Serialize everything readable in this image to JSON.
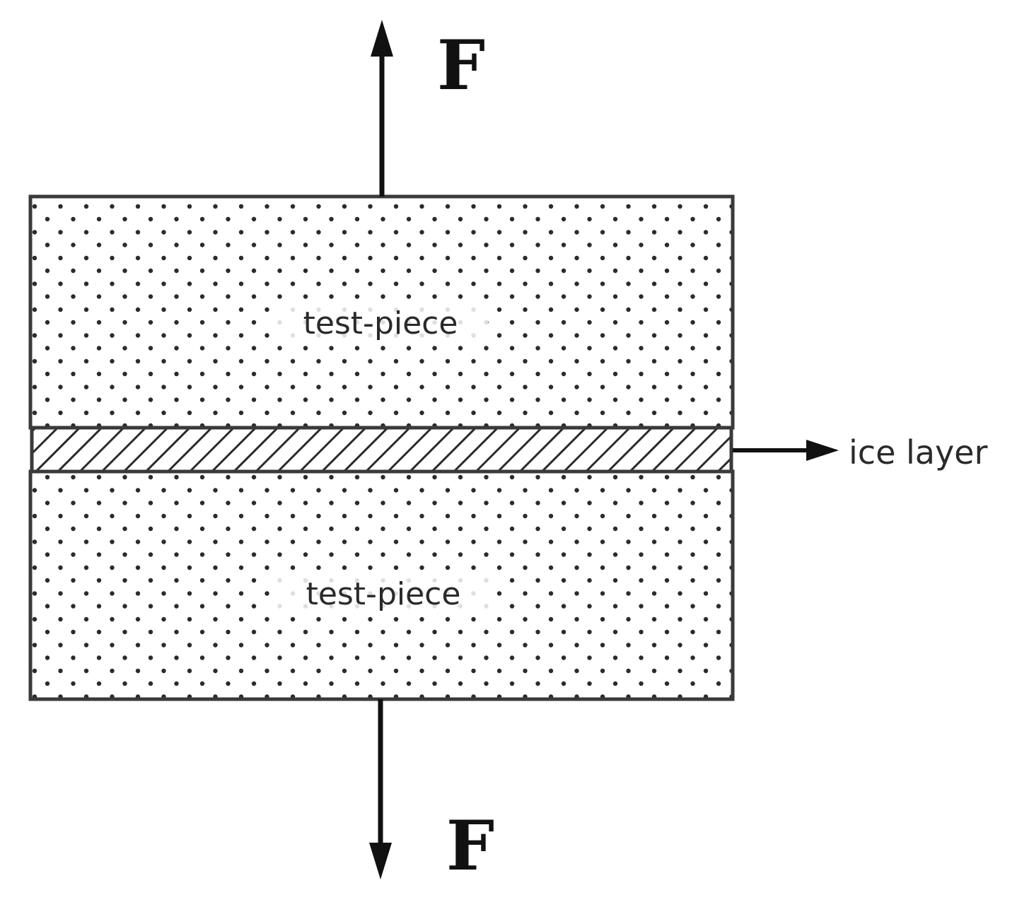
{
  "labels": {
    "force_top": "F",
    "force_bottom": "F",
    "test_piece_top": "test-piece",
    "test_piece_bottom": "test-piece",
    "ice_layer": "ice layer"
  },
  "colors": {
    "stroke": "#333333",
    "dot": "#2b2b2b",
    "hatch": "#2b2b2b",
    "background": "#ffffff"
  }
}
